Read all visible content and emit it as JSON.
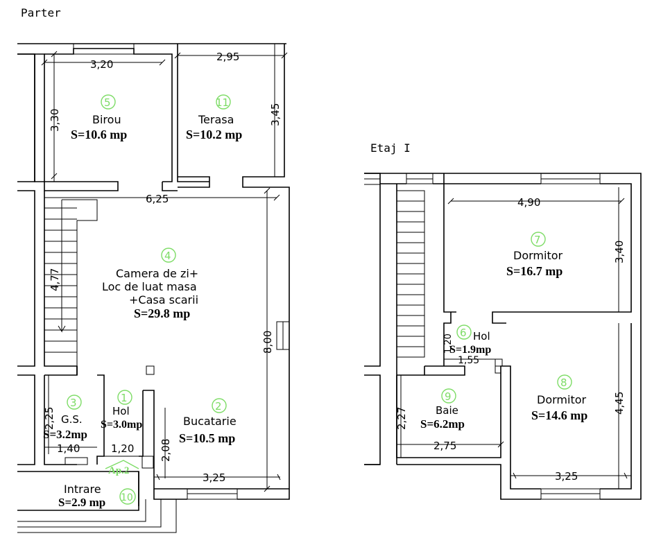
{
  "colors": {
    "ink": "#000000",
    "accent": "#7ddc66",
    "background": "#ffffff"
  },
  "floors": {
    "ground": {
      "title": "Parter"
    },
    "upper": {
      "title": "Etaj I"
    }
  },
  "rooms": {
    "r1": {
      "num": "1",
      "name": "Hol",
      "area": "S=3.0mp"
    },
    "r2": {
      "num": "2",
      "name": "Bucatarie",
      "area": "S=10.5 mp"
    },
    "r3": {
      "num": "3",
      "name": "G.S.",
      "area": "S=3.2mp"
    },
    "r4": {
      "num": "4",
      "name_l1": "Camera de zi+",
      "name_l2": "Loc de luat masa",
      "name_l3": "+Casa scarii",
      "area": "S=29.8 mp"
    },
    "r5": {
      "num": "5",
      "name": "Birou",
      "area": "S=10.6 mp"
    },
    "r6": {
      "num": "6",
      "name": "Hol",
      "area": "S=1.9mp"
    },
    "r7": {
      "num": "7",
      "name": "Dormitor",
      "area": "S=16.7 mp"
    },
    "r8": {
      "num": "8",
      "name": "Dormitor",
      "area": "S=14.6 mp"
    },
    "r9": {
      "num": "9",
      "name": "Baie",
      "area": "S=6.2mp"
    },
    "r10": {
      "num": "10",
      "name": "Intrare",
      "area": "S=2.9 mp"
    },
    "r11": {
      "num": "11",
      "name": "Terasa",
      "area": "S=10.2 mp"
    }
  },
  "apartment_label": "Ap.2",
  "dimensions": {
    "birou_w": "3,20",
    "birou_h": "3,30",
    "terasa_w": "2,95",
    "terasa_h": "3,45",
    "living_w": "6,25",
    "living_h": "8,00",
    "stair_h": "4,77",
    "gs_h": "2,25",
    "gs_w": "1,40",
    "hol_w": "1,20",
    "buc_h": "2,08",
    "buc_w": "3,25",
    "dorm7_w": "4,90",
    "dorm7_h": "3,40",
    "hol6_h": "1,20",
    "hol6_w": "1,55",
    "baie_h": "2,27",
    "baie_w": "2,75",
    "dorm8_h": "4,45",
    "dorm8_w": "3,25"
  }
}
